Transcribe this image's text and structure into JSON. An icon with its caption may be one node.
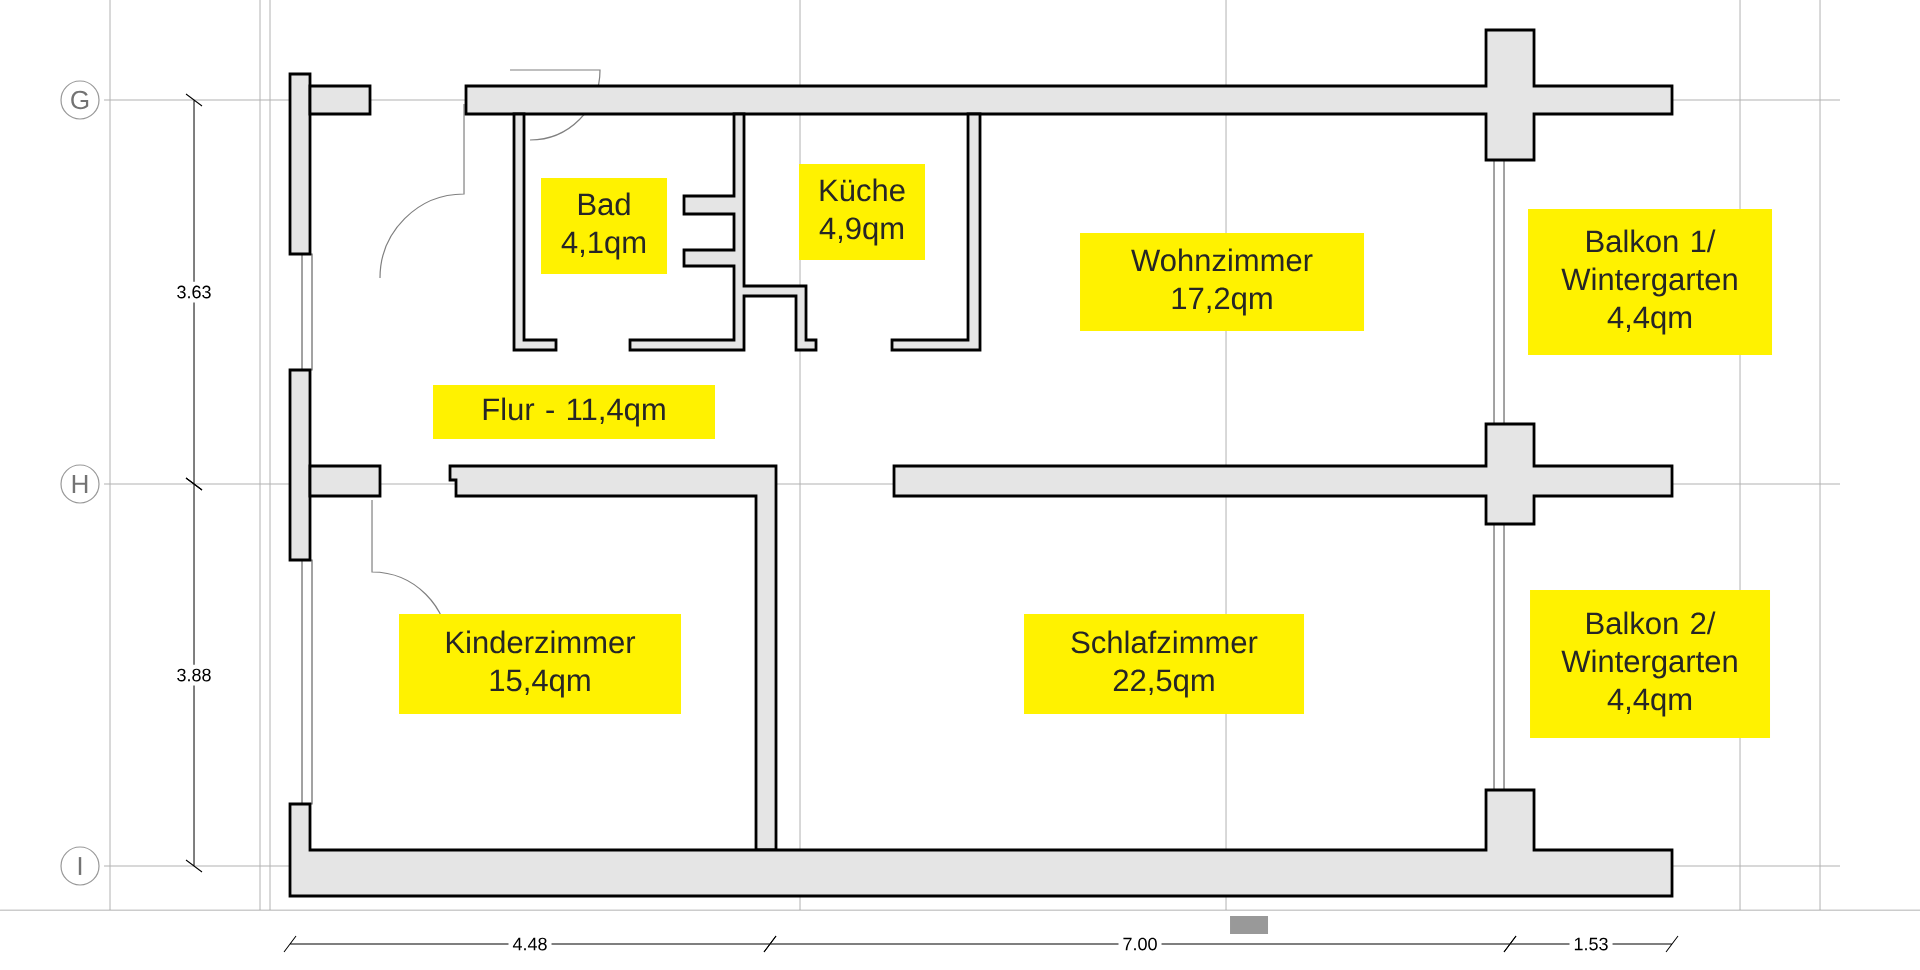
{
  "diagram": {
    "nodes": [
      {
        "text": [
          "G"
        ]
      },
      {
        "text": [
          "Bad",
          "4,1qm"
        ]
      },
      {
        "text": [
          "Küche",
          "4,9qm"
        ]
      },
      {
        "text": [
          "Wohnzimmer",
          "17,2qm"
        ]
      },
      {
        "text": [
          "Balkon 1/ Wintergarten",
          "4,4qm"
        ]
      },
      {
        "text": [
          "Flur - 11,4qm"
        ]
      },
      {
        "text": [
          "H"
        ]
      },
      {
        "text": [
          "Kinderzimmer",
          "15,4qm"
        ]
      },
      {
        "text": [
          "Schlafzimmer",
          "22,5qm"
        ]
      },
      {
        "text": [
          "Balkon 2/ Wintergarten",
          "4,4qm"
        ]
      },
      {
        "text": [
          "I"
        ]
      }
    ],
    "labels": [
      "3.63",
      "3.88",
      "4.48",
      "7.00",
      "1.53"
    ]
  }
}
